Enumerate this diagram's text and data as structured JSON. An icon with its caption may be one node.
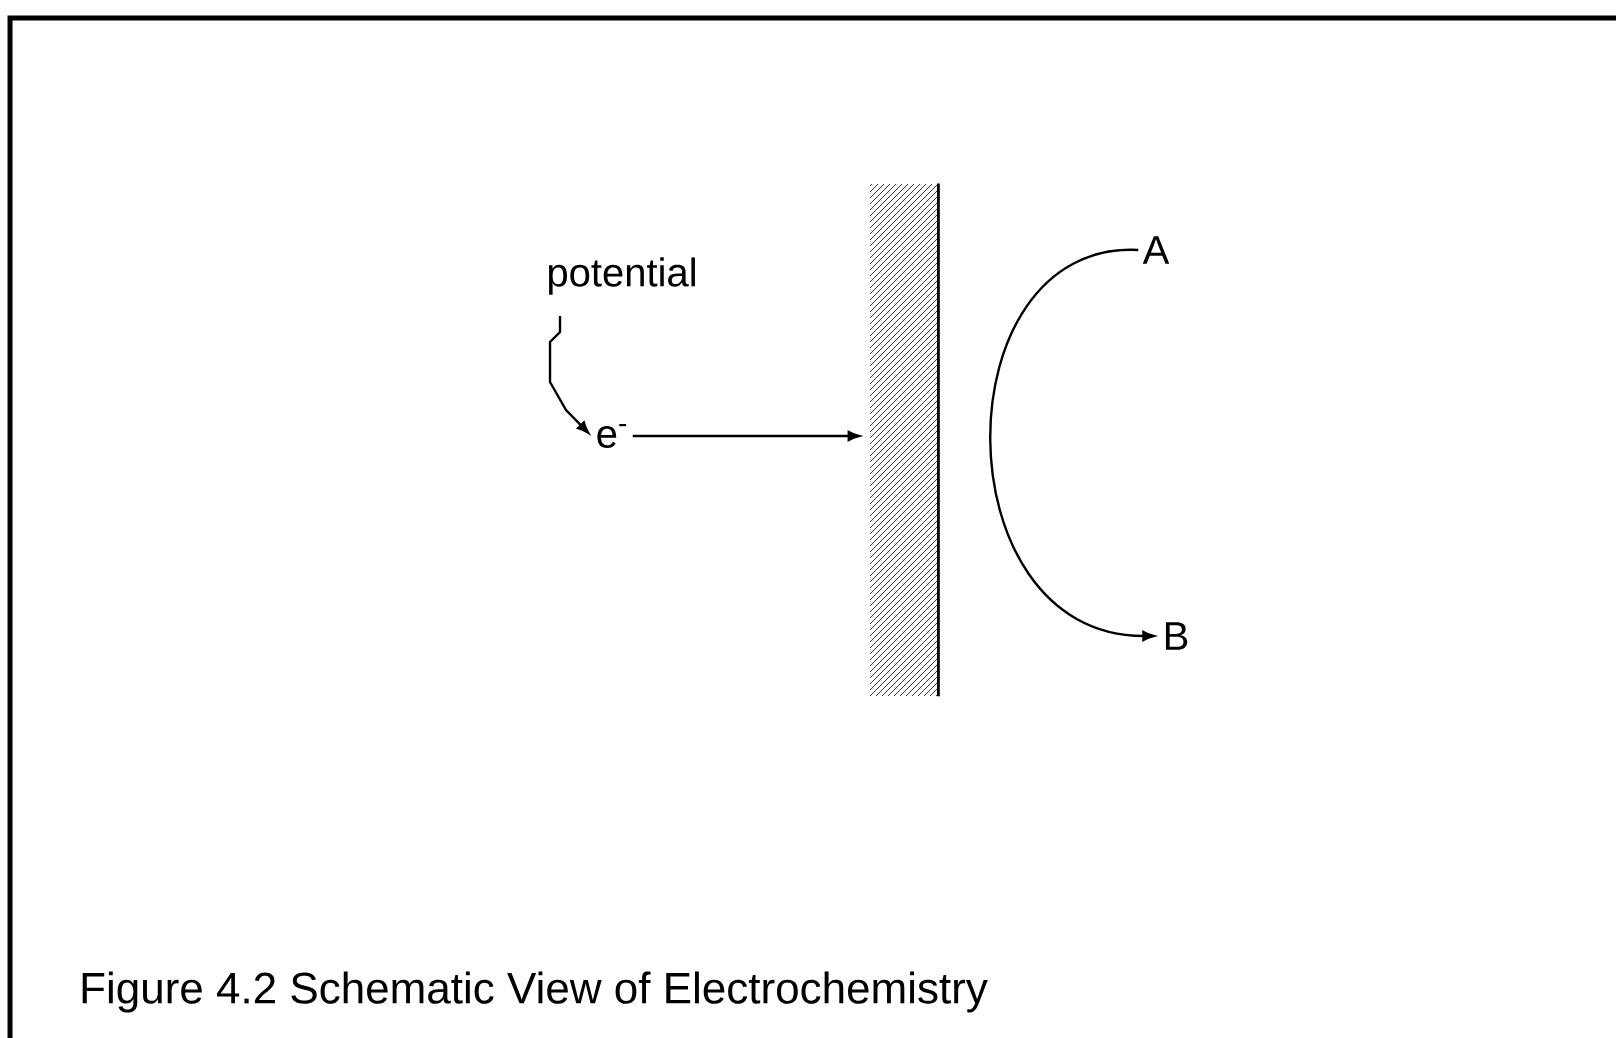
{
  "diagram": {
    "caption": "Figure 4.2  Schematic View of Electrochemistry",
    "nodes": [
      {
        "text": [
          "potential"
        ]
      },
      {
        "text": [
          "e$^{-}$"
        ]
      },
      {
        "text": [],
        "shape": "box"
      },
      {
        "text": [
          "A"
        ]
      },
      {
        "text": [
          "B"
        ]
      }
    ],
    "edges": [
      {
        "from": 0,
        "to": 1,
        "arrow": "to"
      },
      {
        "from": 1,
        "to": 2,
        "arrow": "to"
      },
      {
        "from": 3,
        "to": 4,
        "arrow": "to"
      }
    ]
  }
}
